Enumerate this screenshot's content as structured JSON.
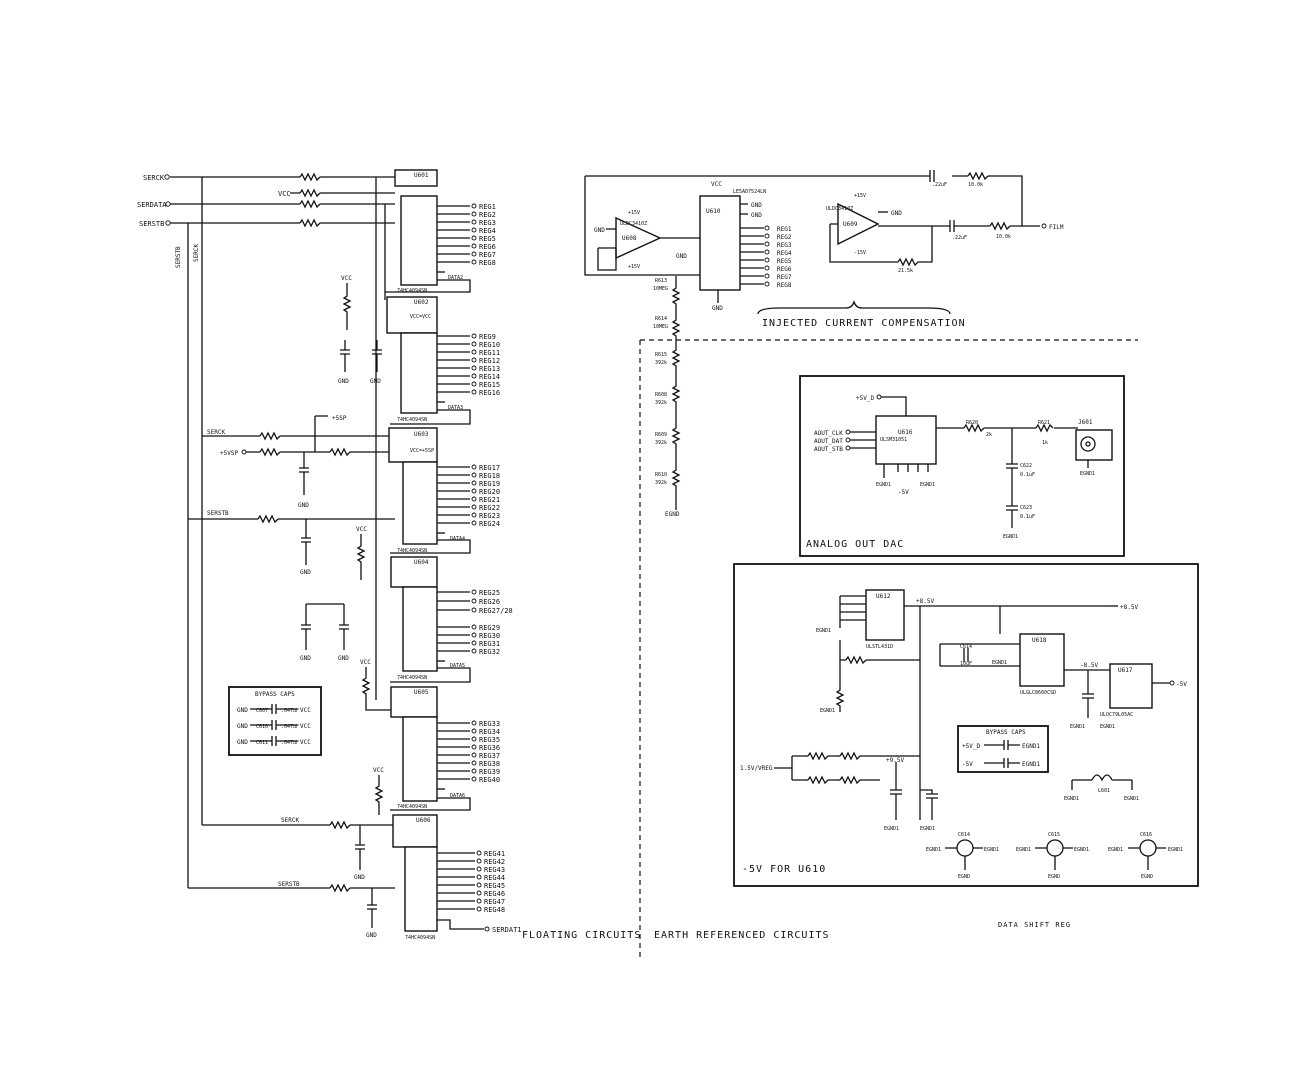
{
  "inputs": {
    "serck": "SERCK",
    "serdata": "SERDATA",
    "sersta": "SERSTB",
    "vcc": "VCC",
    "p5sp": "+5SP",
    "p5vsp": "+5VSP",
    "gnd": "GND",
    "serck2": "SERCK",
    "serstb2": "SERSTB"
  },
  "chips": [
    {
      "ref": "U601",
      "part": "74HC4094SN",
      "outs": [
        "REG1",
        "REG2",
        "REG3",
        "REG4",
        "REG5",
        "REG6",
        "REG7",
        "REG8"
      ],
      "tail": "DATA2"
    },
    {
      "ref": "U602",
      "part": "74HC4094SN",
      "outs": [
        "REG9",
        "REG10",
        "REG11",
        "REG12",
        "REG13",
        "REG14",
        "REG15",
        "REG16"
      ],
      "tail": "DATA3"
    },
    {
      "ref": "U603",
      "part": "74HC4094SN",
      "outs": [
        "REG17",
        "REG18",
        "REG19",
        "REG20",
        "REG21",
        "REG22",
        "REG23",
        "REG24"
      ],
      "tail": "DATA4"
    },
    {
      "ref": "U604",
      "part": "74HC4094SN",
      "outs": [
        "REG25",
        "REG26",
        "REG27/28",
        "REG29",
        "REG30",
        "REG31",
        "REG32"
      ],
      "tail": "DATA5"
    },
    {
      "ref": "U605",
      "part": "74HC4094SN",
      "outs": [
        "REG33",
        "REG34",
        "REG35",
        "REG36",
        "REG37",
        "REG38",
        "REG39",
        "REG40"
      ],
      "tail": "DATA6"
    },
    {
      "ref": "U606",
      "part": "74HC4094SN",
      "outs": [
        "REG41",
        "REG42",
        "REG43",
        "REG44",
        "REG45",
        "REG46",
        "REG47",
        "REG48"
      ],
      "tail": "SERDAT1"
    }
  ],
  "bypass_left": {
    "title": "BYPASS CAPS",
    "rows": [
      {
        "left": "GND",
        "cap": "C607",
        "value": ".047uF",
        "right": "VCC"
      },
      {
        "left": "GND",
        "cap": "C610",
        "value": ".047uF",
        "right": "VCC"
      },
      {
        "left": "GND",
        "cap": "C611",
        "value": ".047uF",
        "right": "VCC"
      }
    ]
  },
  "compensation": {
    "label": "INJECTED CURRENT COMPENSATION",
    "dac": "U610",
    "dac_part": "LE5AD7524LN",
    "opamp1": "U608",
    "opamp1_part": "ULDC3410Z",
    "opamp2": "U609",
    "opamp2_part": "ULDC3410Z",
    "outs": [
      "REG1",
      "REG2",
      "REG3",
      "REG4",
      "REG5",
      "REG6",
      "REG7",
      "REG8"
    ],
    "output_label": "FILM",
    "r_top": "10.0k",
    "c_top": ".22uF",
    "r_out": "10.0k",
    "c_out": ".22uF",
    "r_fb": "21.5k",
    "v_pos": "+15V",
    "v_neg": "-15V",
    "ladder": [
      "R613",
      "R614",
      "R615",
      "R608",
      "R609",
      "R610"
    ],
    "ladder_vals": [
      "10MEG",
      "10MEG",
      "392k",
      "392k",
      "392k",
      "392k"
    ]
  },
  "analog_out": {
    "title": "ANALOG OUT DAC",
    "chip": "U616",
    "part": "ULSM31051",
    "signals": [
      "AOUT_CLK",
      "AOUT_DAT",
      "AOUT_STB"
    ],
    "supply": "+5V_D",
    "neg": "-5V",
    "resistor1": "R620",
    "resistor1_val": "2k",
    "resistor2": "R621",
    "resistor2_val": "1k",
    "jack": "J601",
    "c1": "C622",
    "c1_val": "0.1uF",
    "c2": "C623",
    "c2_val": "0.1uF",
    "gnd_label": "EGND1"
  },
  "neg5": {
    "title": "-5V FOR U610",
    "reg_chip": "U612",
    "reg_part": "ULSTL431D",
    "conv_chip": "U618",
    "conv_part": "ULGLC8660CSD",
    "ldo_chip": "U617",
    "ldo_part": "ULOC79L05AC",
    "rail1": "+8.5V",
    "rail2": "-8.5V",
    "out": "-5V",
    "in_label": "1.5V/VREG",
    "mid_rail": "+9.5V",
    "bypass_title": "BYPASS CAPS",
    "bypass_rows": [
      {
        "left": "+5V_D",
        "right": "EGND1"
      },
      {
        "left": "-5V",
        "right": "EGND1"
      }
    ],
    "caps": [
      "C614",
      "C615",
      "C616"
    ],
    "gnd_label": "EGND1",
    "inductor": "L601"
  },
  "sections": {
    "floating": "FLOATING CIRCUITS",
    "earth": "EARTH REFERENCED CIRCUITS",
    "data_shift": "DATA SHIFT REG"
  }
}
